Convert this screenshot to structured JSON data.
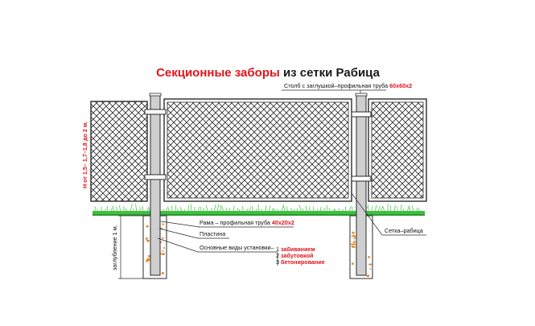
{
  "title": {
    "part1": "Секционные заборы",
    "part2": " из сетки Рабица",
    "part1_color": "#e0141b",
    "part2_color": "#1a1a1a"
  },
  "labels": {
    "post": {
      "text": "Столб с заглушкой–профильная труба ",
      "highlight": "60x60x2"
    },
    "frame": {
      "text": "Рама – профильная труба ",
      "highlight": "40x20x2"
    },
    "plate": {
      "text": "Пластина"
    },
    "mesh": {
      "text": "Сетка–рабица"
    },
    "install": {
      "text": "Основные виды установки–"
    },
    "methods": [
      {
        "num": "1 ",
        "name": "забиванием"
      },
      {
        "num": "2 ",
        "name": "забутовкой"
      },
      {
        "num": "3 ",
        "name": "бетонирование"
      }
    ],
    "height": "Н от 1,5– 1,7–1,8 до 2 м.",
    "depth": "заглубление 1 м."
  },
  "colors": {
    "accent": "#e0141b",
    "grass": "#3fbf3f",
    "post_fill": "#cfcfcf",
    "footing_dots": "#e58a2a",
    "line": "#2a2a2a"
  }
}
